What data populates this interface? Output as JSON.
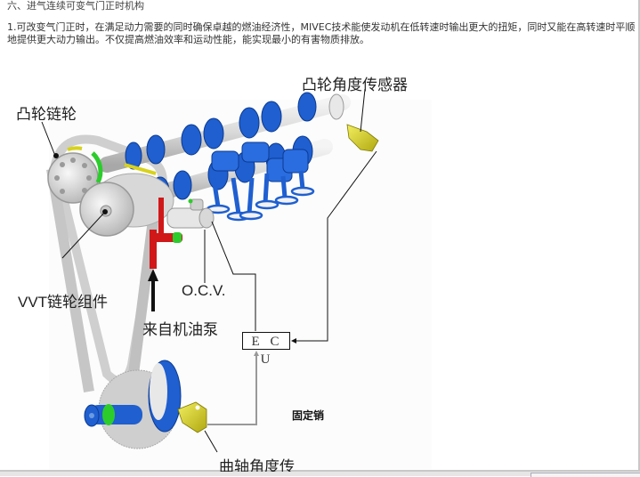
{
  "document": {
    "section_title": "六、进气连续可变气门正时机构",
    "paragraph": "1.可改变气门正时，在满足动力需要的同时确保卓越的燃油经济性，MIVEC技术能使发动机在低转速时输出更大的扭矩，同时又能在高转速时平顺地提供更大动力输出。不仅提高燃油效率和运动性能，能实现最小的有害物质排放。"
  },
  "diagram": {
    "labels": {
      "cam_sprocket": "凸轮链轮",
      "cam_angle_sensor": "凸轮角度传感器",
      "vvt_sprocket_assembly": "VVT链轮组件",
      "ocv": "O.C.V.",
      "from_oil_pump": "来自机油泵",
      "ecu": "E C U",
      "fixed_pin": "固定销",
      "crank_angle_sensor": "曲轴角度传"
    },
    "colors": {
      "camshaft_blue": "#1f5fd0",
      "sensor_yellow": "#d8d21a",
      "oil_red": "#d01818",
      "ring_green": "#2ccc2c",
      "chain_gray": "#c8c8c8"
    }
  }
}
